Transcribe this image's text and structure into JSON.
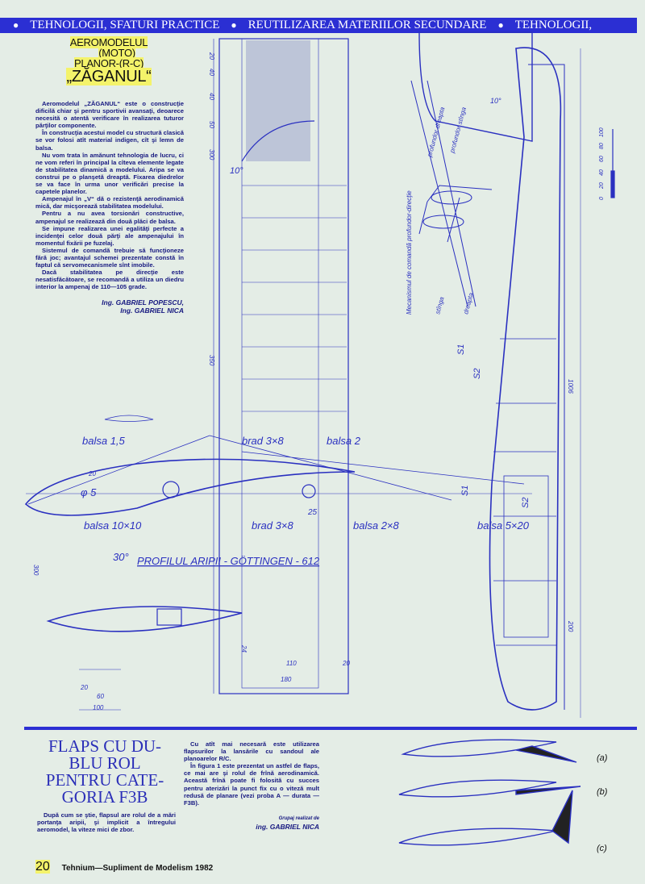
{
  "header": {
    "items": [
      "TEHNOLOGII, SFATURI PRACTICE",
      "REUTILIZAREA MATERIILOR SECUNDARE",
      "TEHNOLOGII,"
    ]
  },
  "article": {
    "title": [
      "AEROMODELUL",
      "(MOTO)",
      "PLANOR-(R-C)",
      "„ZĂGANUL“"
    ],
    "paragraphs": [
      "Aeromodelul „ZĂGANUL“ este o construcţie dificilă chiar şi pentru sportivii avansaţi, deoarece necesită o atentă verificare în realizarea tuturor părţilor componente.",
      "În construcţia acestui model cu structură clasică se vor folosi atît material indigen, cît şi lemn de balsa.",
      "Nu vom trata în amănunt tehnologia de lucru, ci ne vom referi în principal la cîteva elemente legate de stabilitatea dinamică a modelului. Aripa se va construi pe o planşetă dreaptă. Fixarea diedrelor se va face în urma unor verificări precise la capetele planelor.",
      "Ampenajul în „V“ dă o rezistenţă aerodinamică mică, dar micşorează stabilitatea modelului.",
      "Pentru a nu avea torsionări constructive, ampenajul se realizează din două plăci de balsa.",
      "Se impune realizarea unei egalităţi perfecte a incidenţei celor două părţi ale ampenajului în momentul fixării pe fuzelaj.",
      "Sistemul de comandă trebuie să funcţioneze fără joc; avantajul schemei prezentate constă în faptul că servomecanismele sînt imobile.",
      "Dacă stabilitatea pe direcţie este nesatisfăcătoare, se recomandă a utiliza un diedru interior la ampenaj de 110—105 grade."
    ],
    "authors": [
      "Ing. GABRIEL POPESCU,",
      "Ing. GABRIEL NICA"
    ]
  },
  "drawing": {
    "labels": {
      "balsa15": "balsa 1,5",
      "brad38a": "brad 3×8",
      "balsa2": "balsa 2",
      "phi5": "φ 5",
      "balsa1010": "balsa 10×10",
      "brad38b": "brad 3×8",
      "balsa28": "balsa 2×8",
      "balsa520": "balsa 5×20",
      "angle30": "30°",
      "profile": "PROFILUL ARIPII - GÖTTINGEN - 612",
      "angle10": "10°",
      "angle10b": "10°",
      "s1a": "S1",
      "s2a": "S2",
      "s1b": "S1",
      "s2b": "S2",
      "n25": "25"
    },
    "dimensions": {
      "d20": "20",
      "d40a": "40",
      "d40b": "40",
      "d50": "50",
      "d300": "300",
      "d350": "350",
      "d110": "110",
      "d20b": "20",
      "d180": "180",
      "d24": "24",
      "d20c": "20",
      "d60": "60",
      "d100": "100",
      "d300b": "300",
      "d1006": "1006",
      "d200": "200",
      "d20d": "20"
    },
    "mechanism": {
      "title": "Mecanismul de comandă profundor-direcţie",
      "pd": "profundor dreapta",
      "ps": "profundor stînga",
      "st": "stînga",
      "dr": "dreapta"
    },
    "scale": [
      "0",
      "20",
      "40",
      "60",
      "80",
      "100"
    ]
  },
  "flaps": {
    "title": [
      "FLAPS CU DU-",
      "BLU ROL",
      "PENTRU CATE-",
      "GORIA F3B"
    ],
    "p1": "După cum se ştie, flapsul are rolul de a mări portanţa aripii, şi implicit a întregului aeromodel, la viteze mici de zbor.",
    "p2": "Cu atît mai necesară este utilizarea flapsurilor la lansările cu sandoul ale planoarelor R/C.",
    "p3": "În figura 1 este prezentat un astfel de flaps, ce mai are şi rolul de frînă aerodinamică. Această frînă poate fi folosită cu succes pentru aterizări la punct fix cu o viteză mult redusă de planare (vezi proba A — durata — F3B).",
    "credit": "Grupaj realizat de",
    "author": "ing. GABRIEL NICA",
    "figs": [
      "(a)",
      "(b)",
      "(c)"
    ]
  },
  "footer": {
    "page": "20",
    "text": "Tehnium—Supliment de Modelism 1982"
  },
  "colors": {
    "ink": "#2a30c0",
    "band": "#2b2fd3",
    "paper": "#e4ede6",
    "highlight": "#f4f36a"
  }
}
